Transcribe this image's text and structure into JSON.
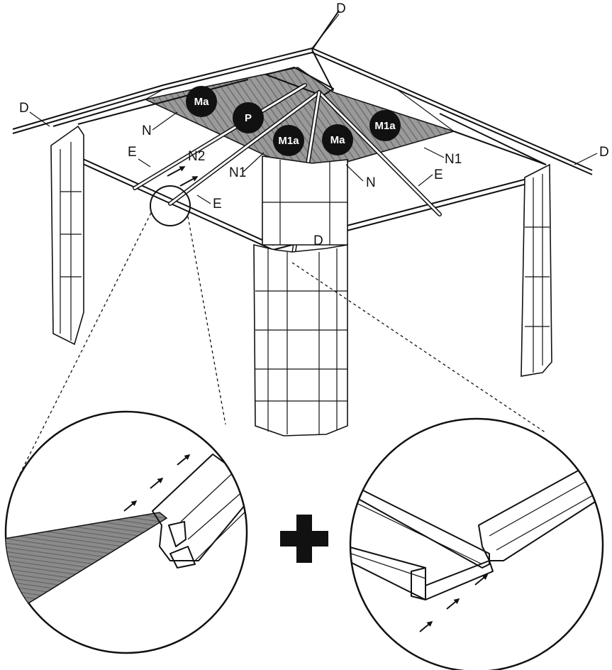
{
  "diagram": {
    "labels": {
      "d_top": "D",
      "d_left": "D",
      "d_right": "D",
      "d_center": "D",
      "n_left": "N",
      "n_right": "N",
      "n1_left": "N1",
      "n1_right": "N1",
      "n2": "N2",
      "e_left": "E",
      "e_mid": "E",
      "e_right": "E"
    },
    "badges": {
      "ma_left": "Ma",
      "p": "P",
      "m1a_center": "M1a",
      "ma_center": "Ma",
      "m1a_right": "M1a"
    },
    "colors": {
      "badge_fill": "#111111",
      "roof_panel": "#8e8e8e",
      "line": "#111111"
    },
    "icons": {
      "plus": "plus-icon",
      "arrow": "arrow-icon"
    }
  }
}
